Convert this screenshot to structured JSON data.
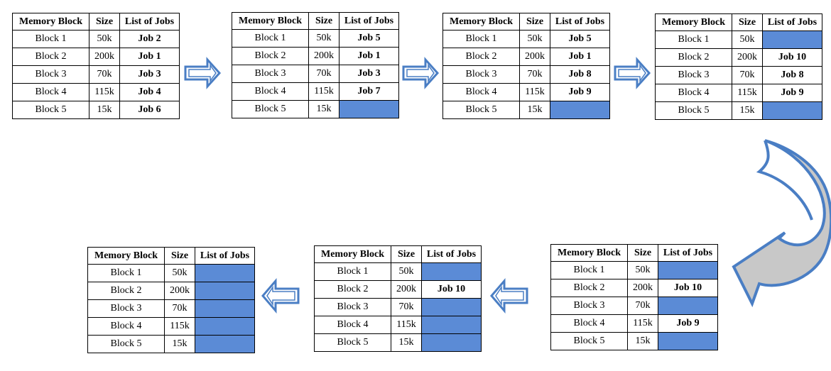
{
  "headers": {
    "block": "Memory Block",
    "size": "Size",
    "jobs": "List of Jobs"
  },
  "colors": {
    "free_slot": "#5b8bd6",
    "arrow_outline": "#4a7ec4",
    "curved_arrow_fill": "#c8c8c8"
  },
  "tables": [
    {
      "rows": [
        {
          "block": "Block 1",
          "size": "50k",
          "job": "Job 2"
        },
        {
          "block": "Block 2",
          "size": "200k",
          "job": "Job 1"
        },
        {
          "block": "Block 3",
          "size": "70k",
          "job": "Job 3"
        },
        {
          "block": "Block 4",
          "size": "115k",
          "job": "Job 4"
        },
        {
          "block": "Block 5",
          "size": "15k",
          "job": "Job 6"
        }
      ]
    },
    {
      "rows": [
        {
          "block": "Block 1",
          "size": "50k",
          "job": "Job 5"
        },
        {
          "block": "Block 2",
          "size": "200k",
          "job": "Job 1"
        },
        {
          "block": "Block 3",
          "size": "70k",
          "job": "Job 3"
        },
        {
          "block": "Block 4",
          "size": "115k",
          "job": "Job 7"
        },
        {
          "block": "Block 5",
          "size": "15k",
          "job": ""
        }
      ]
    },
    {
      "rows": [
        {
          "block": "Block 1",
          "size": "50k",
          "job": "Job 5"
        },
        {
          "block": "Block 2",
          "size": "200k",
          "job": "Job 1"
        },
        {
          "block": "Block 3",
          "size": "70k",
          "job": "Job 8"
        },
        {
          "block": "Block 4",
          "size": "115k",
          "job": "Job 9"
        },
        {
          "block": "Block 5",
          "size": "15k",
          "job": ""
        }
      ]
    },
    {
      "rows": [
        {
          "block": "Block 1",
          "size": "50k",
          "job": ""
        },
        {
          "block": "Block 2",
          "size": "200k",
          "job": "Job 10"
        },
        {
          "block": "Block 3",
          "size": "70k",
          "job": "Job 8"
        },
        {
          "block": "Block 4",
          "size": "115k",
          "job": "Job 9"
        },
        {
          "block": "Block 5",
          "size": "15k",
          "job": ""
        }
      ]
    },
    {
      "rows": [
        {
          "block": "Block 1",
          "size": "50k",
          "job": ""
        },
        {
          "block": "Block 2",
          "size": "200k",
          "job": "Job 10"
        },
        {
          "block": "Block 3",
          "size": "70k",
          "job": ""
        },
        {
          "block": "Block 4",
          "size": "115k",
          "job": "Job 9"
        },
        {
          "block": "Block 5",
          "size": "15k",
          "job": ""
        }
      ]
    },
    {
      "rows": [
        {
          "block": "Block 1",
          "size": "50k",
          "job": ""
        },
        {
          "block": "Block 2",
          "size": "200k",
          "job": "Job 10"
        },
        {
          "block": "Block 3",
          "size": "70k",
          "job": ""
        },
        {
          "block": "Block 4",
          "size": "115k",
          "job": ""
        },
        {
          "block": "Block 5",
          "size": "15k",
          "job": ""
        }
      ]
    },
    {
      "rows": [
        {
          "block": "Block 1",
          "size": "50k",
          "job": ""
        },
        {
          "block": "Block 2",
          "size": "200k",
          "job": ""
        },
        {
          "block": "Block 3",
          "size": "70k",
          "job": ""
        },
        {
          "block": "Block 4",
          "size": "115k",
          "job": ""
        },
        {
          "block": "Block 5",
          "size": "15k",
          "job": ""
        }
      ]
    }
  ]
}
